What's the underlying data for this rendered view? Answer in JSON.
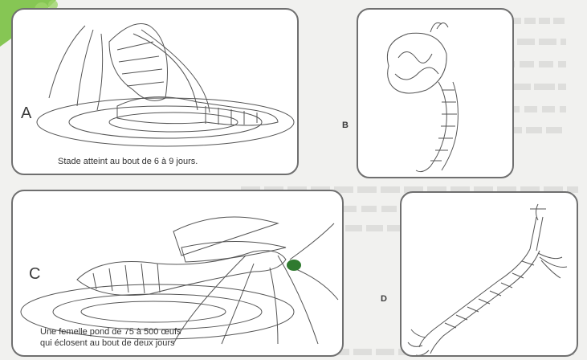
{
  "panels": {
    "a": {
      "label": "A",
      "caption": "Stade atteint au bout de 6 à 9 jours."
    },
    "b": {
      "label": "B"
    },
    "c": {
      "label": "C",
      "caption_line1": "Une femelle pond de 75 à 500 œufs",
      "caption_line2": "qui éclosent au bout de deux jours"
    },
    "d": {
      "label": "D"
    }
  },
  "colors": {
    "ink": "#3c3c3c",
    "border": "#6f6f6f",
    "logo_green": "#7ac142",
    "eye": "#2f7a2f"
  }
}
